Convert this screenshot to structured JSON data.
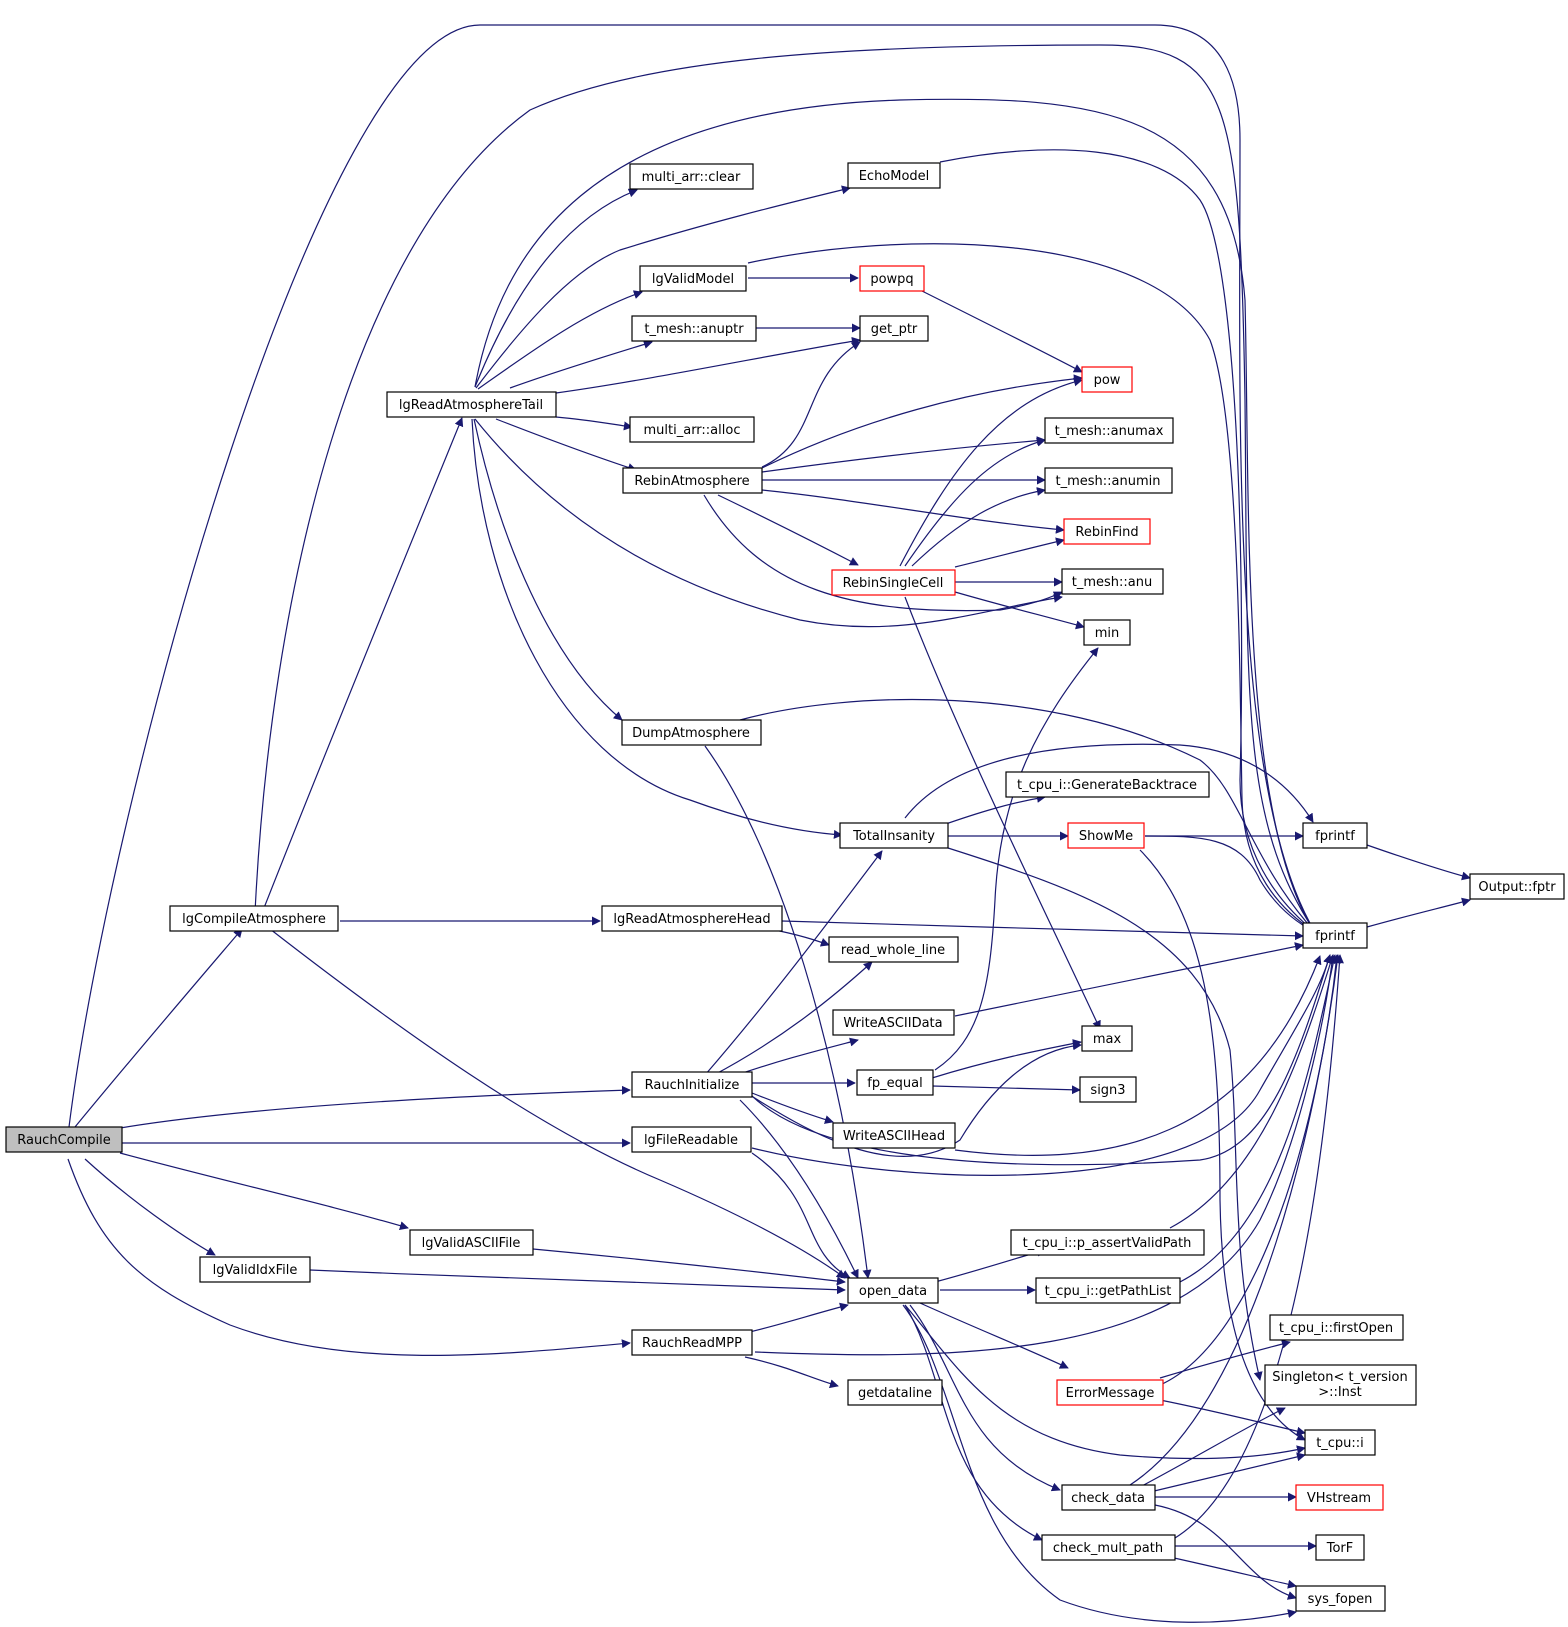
{
  "title": "RauchCompile call graph",
  "colors": {
    "edge": "#191970",
    "node_border": "#000000",
    "truncated_border": "#ff0000",
    "root_fill": "#bfbfbf"
  },
  "nodes": {
    "rauchcompile": {
      "lines": [
        "RauchCompile"
      ]
    },
    "lgcompileatmosphere": {
      "lines": [
        "lgCompileAtmosphere"
      ]
    },
    "lgreadatmospheretail": {
      "lines": [
        "lgReadAtmosphereTail"
      ]
    },
    "multi_arr_clear": {
      "lines": [
        "multi_arr::clear"
      ]
    },
    "lgvalidmodel": {
      "lines": [
        "lgValidModel"
      ]
    },
    "t_mesh_anuptr": {
      "lines": [
        "t_mesh::anuptr"
      ]
    },
    "multi_arr_alloc": {
      "lines": [
        "multi_arr::alloc"
      ]
    },
    "rebinatmosphere": {
      "lines": [
        "RebinAtmosphere"
      ]
    },
    "dumpatmosphere": {
      "lines": [
        "DumpAtmosphere"
      ]
    },
    "echomodel": {
      "lines": [
        "EchoModel"
      ]
    },
    "powpq": {
      "lines": [
        "powpq"
      ]
    },
    "get_ptr": {
      "lines": [
        "get_ptr"
      ]
    },
    "pow": {
      "lines": [
        "pow"
      ]
    },
    "t_mesh_anumax": {
      "lines": [
        "t_mesh::anumax"
      ]
    },
    "t_mesh_anumin": {
      "lines": [
        "t_mesh::anumin"
      ]
    },
    "rebinfind": {
      "lines": [
        "RebinFind"
      ]
    },
    "rebinsinglecell": {
      "lines": [
        "RebinSingleCell"
      ]
    },
    "t_mesh_anu": {
      "lines": [
        "t_mesh::anu"
      ]
    },
    "min": {
      "lines": [
        "min"
      ]
    },
    "totalinsanity": {
      "lines": [
        "TotalInsanity"
      ]
    },
    "generatebacktrace": {
      "lines": [
        "t_cpu_i::GenerateBacktrace"
      ]
    },
    "showme": {
      "lines": [
        "ShowMe"
      ]
    },
    "fprintf_top": {
      "lines": [
        "fprintf"
      ]
    },
    "output_fptr": {
      "lines": [
        "Output::fptr"
      ]
    },
    "fprintf_main": {
      "lines": [
        "fprintf"
      ]
    },
    "lgreadatmospherehead": {
      "lines": [
        "lgReadAtmosphereHead"
      ]
    },
    "read_whole_line": {
      "lines": [
        "read_whole_line"
      ]
    },
    "writeasciidata": {
      "lines": [
        "WriteASCIIData"
      ]
    },
    "max": {
      "lines": [
        "max"
      ]
    },
    "rauchinitialize": {
      "lines": [
        "RauchInitialize"
      ]
    },
    "fp_equal": {
      "lines": [
        "fp_equal"
      ]
    },
    "sign3": {
      "lines": [
        "sign3"
      ]
    },
    "writeasciihead": {
      "lines": [
        "WriteASCIIHead"
      ]
    },
    "lgfilereadable": {
      "lines": [
        "lgFileReadable"
      ]
    },
    "lgvalidasciifile": {
      "lines": [
        "lgValidASCIIFile"
      ]
    },
    "lgvalididxfile": {
      "lines": [
        "lgValidIdxFile"
      ]
    },
    "p_assertvalidpath": {
      "lines": [
        "t_cpu_i::p_assertValidPath"
      ]
    },
    "open_data": {
      "lines": [
        "open_data"
      ]
    },
    "getpathlist": {
      "lines": [
        "t_cpu_i::getPathList"
      ]
    },
    "firstopen": {
      "lines": [
        "t_cpu_i::firstOpen"
      ]
    },
    "rauchreadmpp": {
      "lines": [
        "RauchReadMPP"
      ]
    },
    "getdataline": {
      "lines": [
        "getdataline"
      ]
    },
    "errormessage": {
      "lines": [
        "ErrorMessage"
      ]
    },
    "singleton_inst": {
      "lines": [
        "Singleton< t_version",
        ">::Inst"
      ]
    },
    "t_cpu_i": {
      "lines": [
        "t_cpu::i"
      ]
    },
    "check_data": {
      "lines": [
        "check_data"
      ]
    },
    "vhstream": {
      "lines": [
        "VHstream"
      ]
    },
    "check_mult_path": {
      "lines": [
        "check_mult_path"
      ]
    },
    "torf": {
      "lines": [
        "TorF"
      ]
    },
    "sys_fopen": {
      "lines": [
        "sys_fopen"
      ]
    }
  }
}
